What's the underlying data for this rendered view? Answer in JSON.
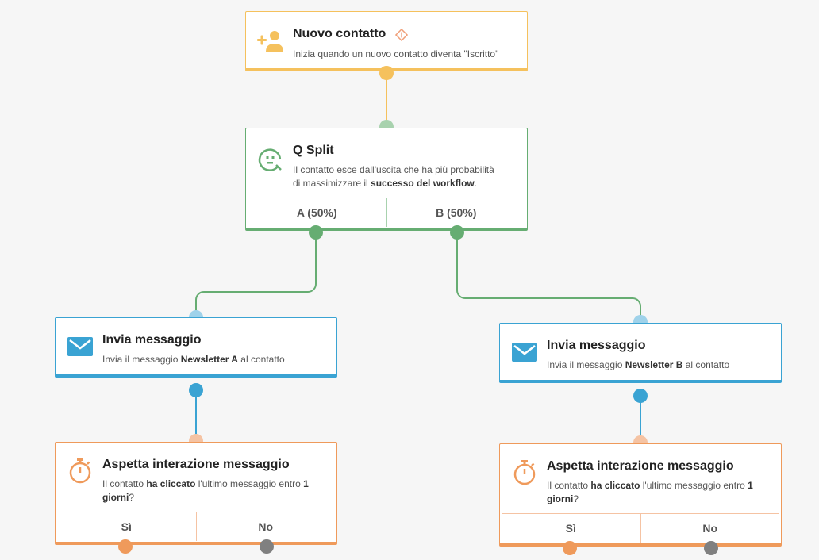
{
  "colors": {
    "trigger": "#f5c15d",
    "split": "#66ad72",
    "split_light": "#a8d2ae",
    "send": "#3aa3d3",
    "send_light": "#9fd2ea",
    "wait": "#ef9a5b",
    "wait_light": "#f5c3a3",
    "gray": "#808080"
  },
  "trigger": {
    "icon": "add-contact-icon",
    "title": "Nuovo contatto",
    "badge_icon": "warning-diamond-icon",
    "description": "Inizia quando un nuovo contatto diventa \"Iscritto\""
  },
  "split": {
    "icon": "q-split-icon",
    "title": "Q Split",
    "desc_line1": "Il contatto esce dall'uscita che ha più probabilità",
    "desc_line2_prefix": "di massimizzare il ",
    "desc_line2_bold": "successo del workflow",
    "desc_line2_suffix": ".",
    "branch_a": "A (50%)",
    "branch_b": "B (50%)"
  },
  "send_a": {
    "icon": "envelope-icon",
    "title": "Invia messaggio",
    "desc_prefix": "Invia il messaggio ",
    "desc_bold": "Newsletter A",
    "desc_suffix": " al contatto"
  },
  "send_b": {
    "icon": "envelope-icon",
    "title": "Invia messaggio",
    "desc_prefix": "Invia il messaggio ",
    "desc_bold": "Newsletter B",
    "desc_suffix": " al contatto"
  },
  "wait_a": {
    "icon": "stopwatch-icon",
    "title": "Aspetta interazione messaggio",
    "desc_prefix": "Il contatto ",
    "desc_bold1": "ha cliccato",
    "desc_mid": " l'ultimo messaggio entro ",
    "desc_bold2": "1",
    "desc_bold3": "giorni",
    "desc_suffix": "?",
    "yes": "Sì",
    "no": "No"
  },
  "wait_b": {
    "icon": "stopwatch-icon",
    "title": "Aspetta interazione messaggio",
    "desc_prefix": "Il contatto ",
    "desc_bold1": "ha cliccato",
    "desc_mid": " l'ultimo messaggio entro ",
    "desc_bold2": "1",
    "desc_bold3": "giorni",
    "desc_suffix": "?",
    "yes": "Sì",
    "no": "No"
  }
}
